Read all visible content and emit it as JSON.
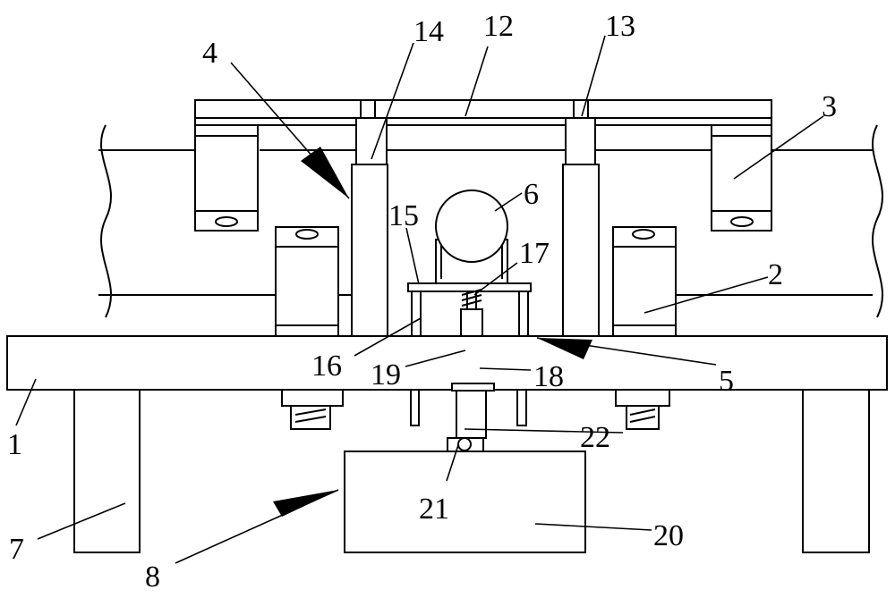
{
  "diagram": {
    "callouts": [
      {
        "id": "c1",
        "label": "1"
      },
      {
        "id": "c2",
        "label": "2"
      },
      {
        "id": "c3",
        "label": "3"
      },
      {
        "id": "c4",
        "label": "4"
      },
      {
        "id": "c5",
        "label": "5"
      },
      {
        "id": "c6",
        "label": "6"
      },
      {
        "id": "c7",
        "label": "7"
      },
      {
        "id": "c8",
        "label": "8"
      },
      {
        "id": "c12",
        "label": "12"
      },
      {
        "id": "c13",
        "label": "13"
      },
      {
        "id": "c14",
        "label": "14"
      },
      {
        "id": "c15",
        "label": "15"
      },
      {
        "id": "c16",
        "label": "16"
      },
      {
        "id": "c17",
        "label": "17"
      },
      {
        "id": "c18",
        "label": "18"
      },
      {
        "id": "c19",
        "label": "19"
      },
      {
        "id": "c20",
        "label": "20"
      },
      {
        "id": "c21",
        "label": "21"
      },
      {
        "id": "c22",
        "label": "22"
      }
    ]
  }
}
